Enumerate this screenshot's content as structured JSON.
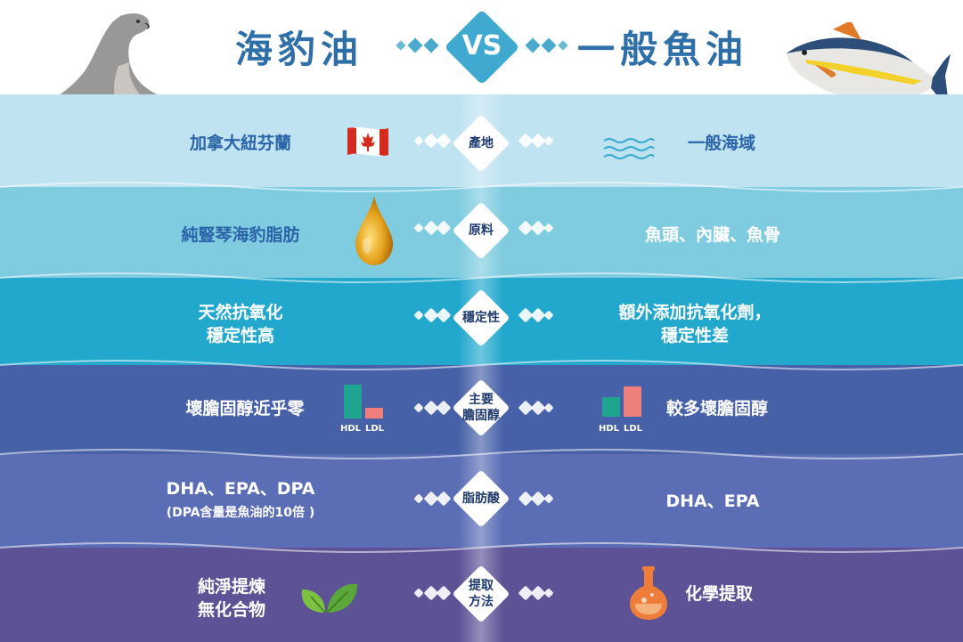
{
  "header": {
    "left_title": "海豹油",
    "vs": "VS",
    "right_title": "一般魚油"
  },
  "rows": [
    {
      "category": "產地",
      "left": "加拿大紐芬蘭",
      "right": "一般海域",
      "left_icon": "canada-flag-icon",
      "right_icon": "sea-waves-icon",
      "color": "#bfe3f1"
    },
    {
      "category": "原料",
      "left": "純豎琴海豹脂肪",
      "right": "魚頭、內臟、魚骨",
      "left_icon": "oil-drop-icon",
      "color": "#7fcce0"
    },
    {
      "category": "穩定性",
      "left_1": "天然抗氧化",
      "left_2": "穩定性高",
      "right_1": "額外添加抗氧化劑，",
      "right_2": "穩定性差",
      "color": "#22a8cd"
    },
    {
      "category_1": "主要",
      "category_2": "膽固醇",
      "left": "壞膽固醇近乎零",
      "right": "較多壞膽固醇",
      "left_icon": "cholesterol-bar-chart-icon",
      "right_icon": "cholesterol-bar-chart-icon",
      "color": "#4761a8"
    },
    {
      "category": "脂肪酸",
      "left_1": "DHA、EPA、DPA",
      "left_2": "(DPA含量是魚油的10倍 )",
      "right": "DHA、EPA",
      "color": "#5a6db5"
    },
    {
      "category_1": "提取",
      "category_2": "方法",
      "left_1": "純淨提煉",
      "left_2": "無化合物",
      "right": "化學提取",
      "left_icon": "leaf-icon",
      "right_icon": "flask-icon",
      "color": "#5d5296"
    }
  ],
  "chart_labels": {
    "hdl": "HDL",
    "ldl": "LDL"
  },
  "colors": {
    "title_blue": "#2f6fa8",
    "text_dark": "#1f3b6e",
    "text_light": "#ffffff"
  }
}
